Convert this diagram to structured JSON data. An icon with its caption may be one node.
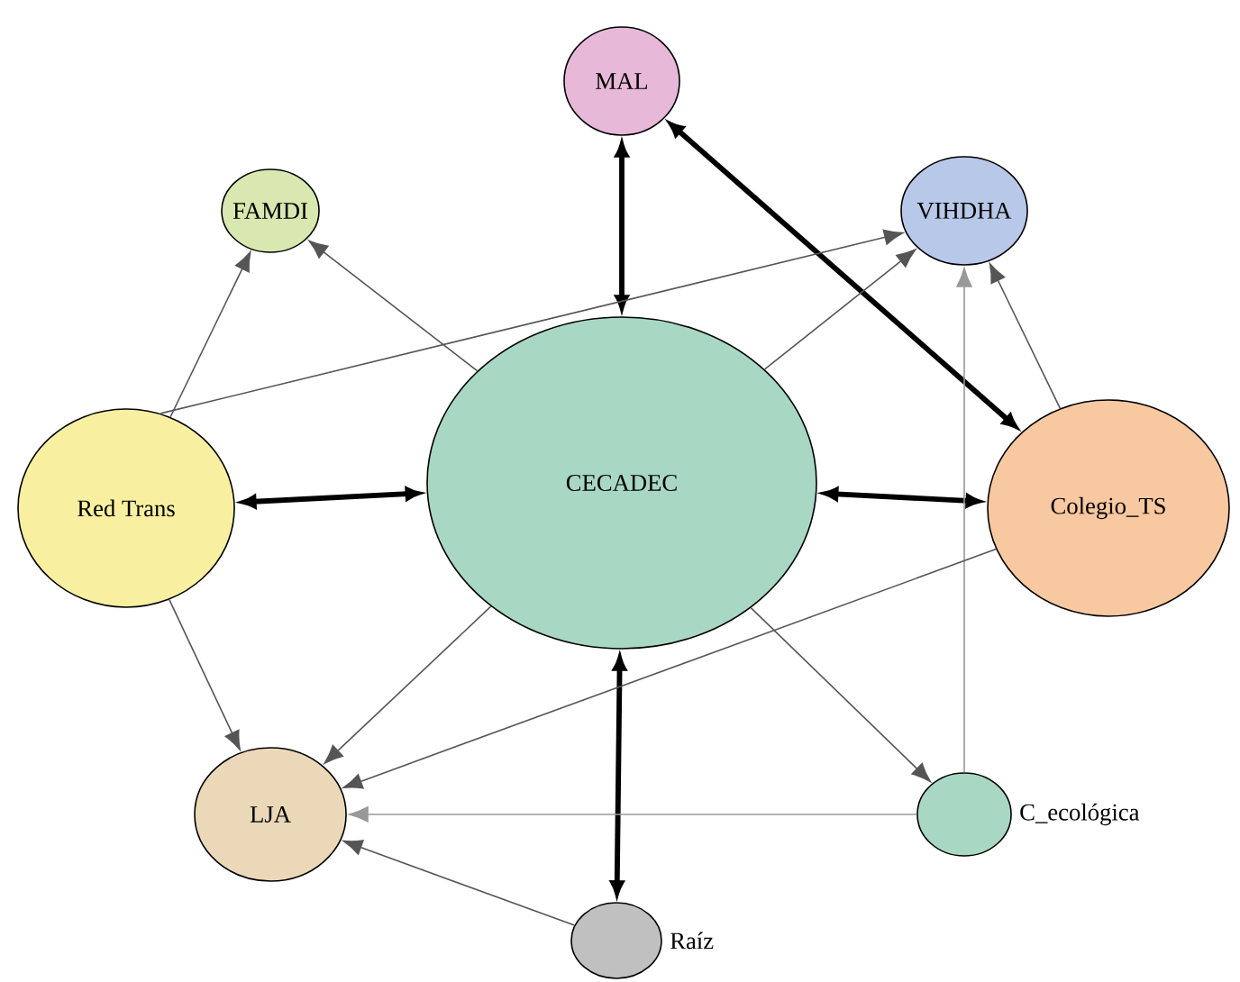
{
  "diagram": {
    "nodes": [
      {
        "text": [
          "CECADEC"
        ]
      },
      {
        "text": [
          "MAL"
        ]
      },
      {
        "text": [
          "FAMDI"
        ]
      },
      {
        "text": [
          "VIHDHA"
        ]
      },
      {
        "text": [
          "Red Trans"
        ]
      },
      {
        "text": [
          "Colegio_TS"
        ]
      },
      {
        "text": [
          "LJA"
        ]
      },
      {
        "text": [
          "C_ecológica"
        ]
      },
      {
        "text": [
          "Raíz"
        ]
      }
    ],
    "edges": [
      {
        "from": 0,
        "to": 1,
        "arrow": "both",
        "style": "thick"
      },
      {
        "from": 0,
        "to": 4,
        "arrow": "both",
        "style": "thick"
      },
      {
        "from": 0,
        "to": 5,
        "arrow": "both",
        "style": "thick"
      },
      {
        "from": 0,
        "to": 8,
        "arrow": "both",
        "style": "thick"
      },
      {
        "from": 5,
        "to": 1,
        "arrow": "both",
        "style": "thick"
      },
      {
        "from": 4,
        "to": 2,
        "arrow": "to"
      },
      {
        "from": 0,
        "to": 2,
        "arrow": "to"
      },
      {
        "from": 4,
        "to": 3,
        "arrow": "to"
      },
      {
        "from": 0,
        "to": 3,
        "arrow": "to"
      },
      {
        "from": 7,
        "to": 3,
        "arrow": "to",
        "color": "#999999"
      },
      {
        "from": 5,
        "to": 3,
        "arrow": "to"
      },
      {
        "from": 4,
        "to": 6,
        "arrow": "to"
      },
      {
        "from": 0,
        "to": 6,
        "arrow": "to"
      },
      {
        "from": 5,
        "to": 6,
        "arrow": "to"
      },
      {
        "from": 7,
        "to": 6,
        "arrow": "to",
        "color": "#999999"
      },
      {
        "from": 8,
        "to": 6,
        "arrow": "to"
      },
      {
        "from": 0,
        "to": 7,
        "arrow": "to"
      }
    ]
  }
}
